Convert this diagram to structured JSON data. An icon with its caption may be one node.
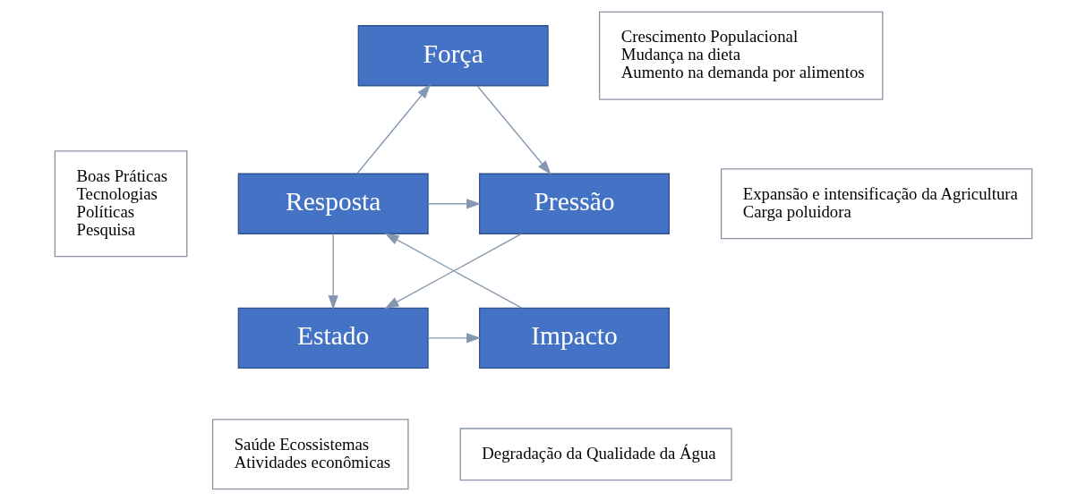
{
  "diagram": {
    "nodes": [
      {
        "text": [
          "Força"
        ]
      },
      {
        "text": [
          "Pressão"
        ]
      },
      {
        "text": [
          "Estado"
        ]
      },
      {
        "text": [
          "Impacto"
        ]
      },
      {
        "text": [
          "Resposta"
        ]
      },
      {
        "text": [
          "Crescimento Populacional",
          "Mudança na dieta",
          "Aumento na demanda por alimentos"
        ]
      },
      {
        "text": [
          "Boas Práticas",
          "Tecnologias",
          "Políticas",
          "Pesquisa"
        ]
      },
      {
        "text": [
          "Expansão e intensificação da Agricultura",
          "Carga poluidora"
        ]
      },
      {
        "text": [
          "Saúde Ecossistemas",
          "Atividades econômicas"
        ]
      },
      {
        "text": [
          "Degradação da Qualidade da Água"
        ]
      }
    ],
    "edges": [
      {
        "from": 4,
        "to": 0,
        "arrow": "to"
      },
      {
        "from": 0,
        "to": 1,
        "arrow": "to"
      },
      {
        "from": 4,
        "to": 1,
        "arrow": "to"
      },
      {
        "from": 4,
        "to": 2,
        "arrow": "to"
      },
      {
        "from": 1,
        "to": 2,
        "arrow": "to"
      },
      {
        "from": 2,
        "to": 3,
        "arrow": "to"
      },
      {
        "from": 3,
        "to": 4,
        "arrow": "to"
      }
    ]
  }
}
